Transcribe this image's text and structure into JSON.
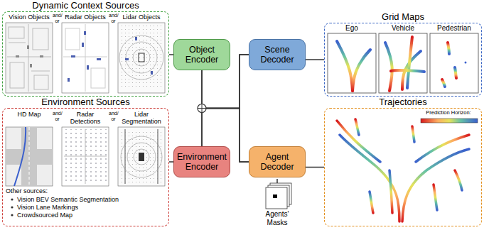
{
  "diagram": {
    "nodes": [
      {
        "text": [
          "Dynamic Context Sources"
        ]
      },
      {
        "text": [
          "Object Encoder"
        ]
      },
      {
        "text": [
          "Environment Sources"
        ]
      },
      {
        "text": [
          "Environment Encoder"
        ]
      },
      {
        "text": [
          "Scene Decoder"
        ]
      },
      {
        "text": [
          "Agent Decoder"
        ]
      },
      {
        "text": [
          "Grid Maps"
        ]
      },
      {
        "text": [
          "Trajectories"
        ]
      }
    ],
    "edges": [
      {
        "from": 0,
        "to": 1,
        "arrow": "none"
      },
      {
        "from": 2,
        "to": 3,
        "arrow": "none"
      },
      {
        "from": 1,
        "to": 4,
        "arrow": "none"
      },
      {
        "from": 1,
        "to": 5,
        "arrow": "none"
      },
      {
        "from": 3,
        "to": 4,
        "arrow": "none"
      },
      {
        "from": 3,
        "to": 5,
        "arrow": "none"
      },
      {
        "from": 4,
        "to": 6,
        "arrow": "none"
      },
      {
        "from": 5,
        "to": 7,
        "arrow": "none"
      }
    ],
    "labels": [
      "Vision Objects",
      "and/ or",
      "Radar Objects",
      "and/ or",
      "Lidar Objects",
      "HD Map",
      "and/ or",
      "Radar Detections",
      "and/ or",
      "Lidar Segmentation",
      "Other sources:",
      "Vision BEV Semantic Segmentation",
      "Vision Lane Markings",
      "Crowdsourced Map",
      "Ego",
      "Vehicle",
      "Pedestrian",
      "Prediction Horizon:",
      "Agents' Masks"
    ]
  }
}
